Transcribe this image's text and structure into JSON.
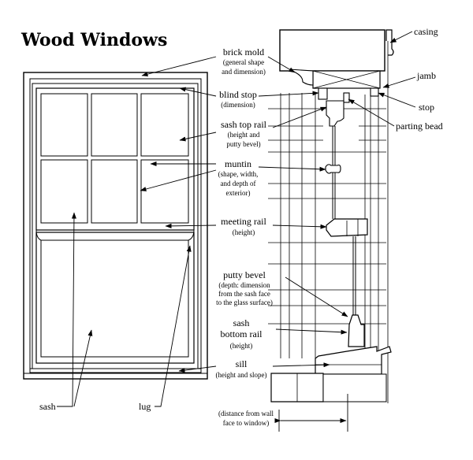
{
  "title": "Wood Windows",
  "labels": {
    "brick_mold": "brick mold",
    "brick_mold_sub1": "(general shape",
    "brick_mold_sub2": "and dimension)",
    "casing": "casing",
    "jamb": "jamb",
    "stop": "stop",
    "blind_stop": "blind stop",
    "blind_stop_sub": "(dimension)",
    "parting_bead": "parting bead",
    "sash_top_rail": "sash top rail",
    "sash_top_rail_sub1": "(height and",
    "sash_top_rail_sub2": "putty bevel)",
    "muntin": "muntin",
    "muntin_sub1": "(shape, width,",
    "muntin_sub2": "and depth of",
    "muntin_sub3": "exterior)",
    "meeting_rail": "meeting rail",
    "meeting_rail_sub": "(height)",
    "putty_bevel": "putty bevel",
    "putty_bevel_sub1": "(depth: dimension",
    "putty_bevel_sub2": "from the sash face",
    "putty_bevel_sub3": "to the glass surface)",
    "sash_bottom_rail_1": "sash",
    "sash_bottom_rail_2": "bottom rail",
    "sash_bottom_rail_sub": "(height)",
    "sill": "sill",
    "sill_sub": "(height and slope)",
    "sash": "sash",
    "lug": "lug",
    "distance_1": "(distance from wall",
    "distance_2": "face to window)"
  }
}
